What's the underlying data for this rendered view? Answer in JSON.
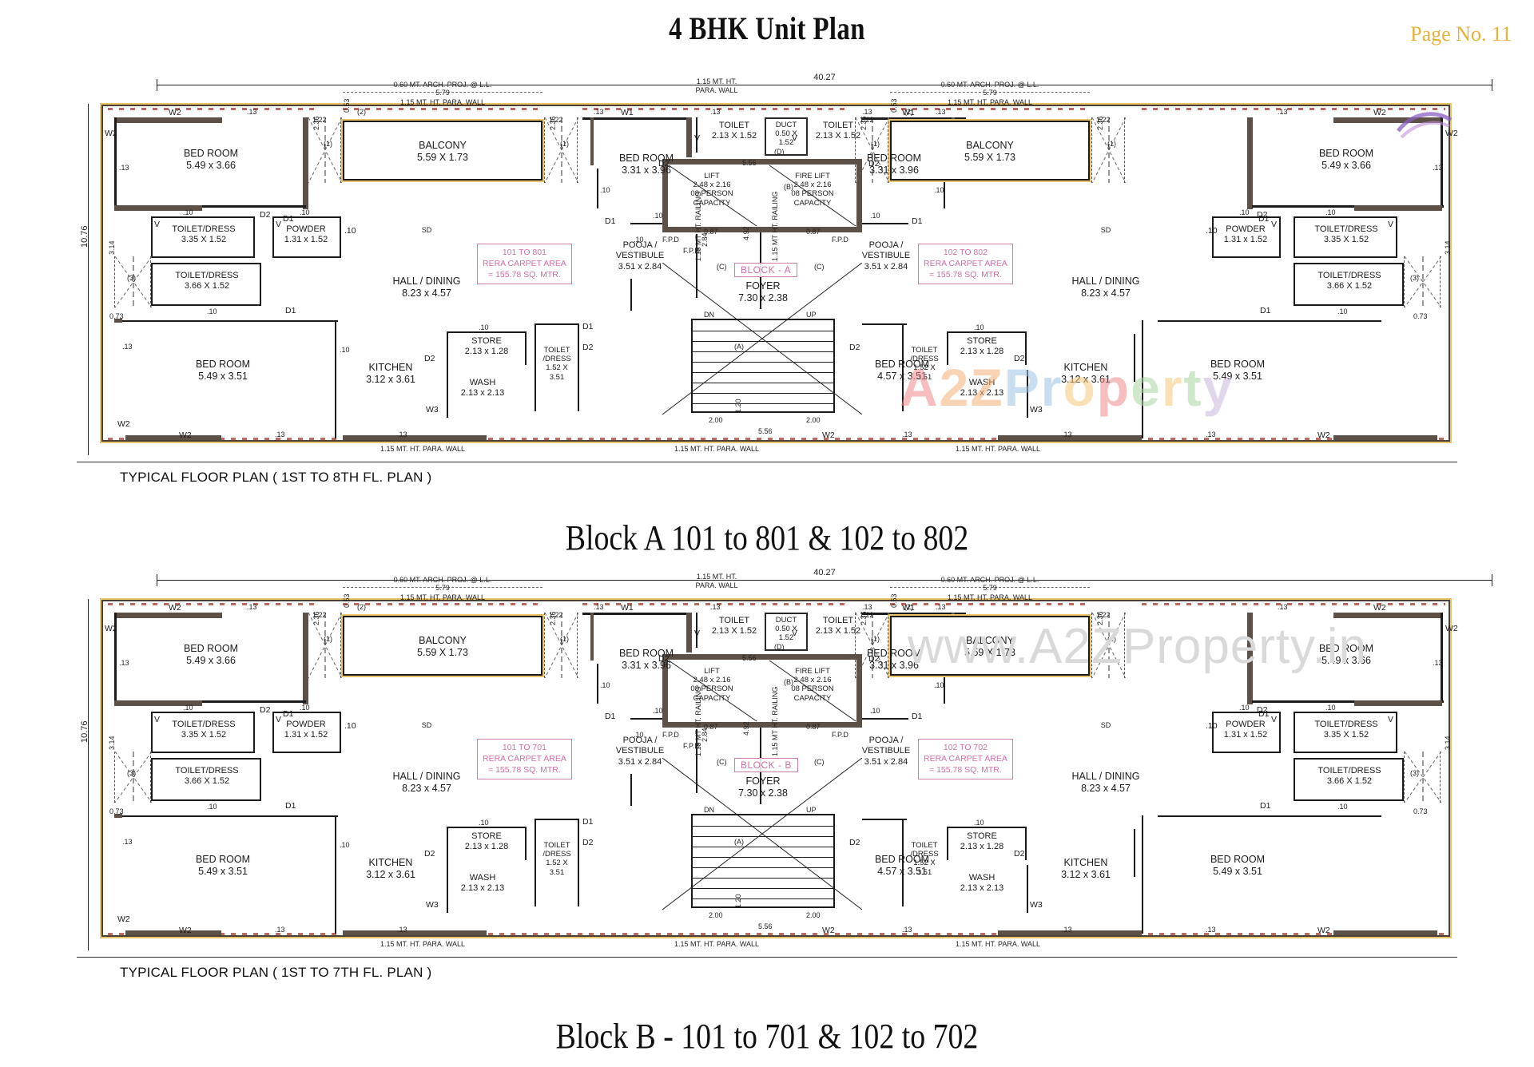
{
  "header": {
    "title": "4 BHK Unit Plan",
    "page_label": "Page No. 11",
    "page_color": "#e8b23a"
  },
  "watermarks": {
    "brand_parts": [
      {
        "text": "A",
        "color": "#f08a8a"
      },
      {
        "text": "2",
        "color": "#f3b27a"
      },
      {
        "text": "Z",
        "color": "#f3b27a"
      },
      {
        "text": " ",
        "color": "#ffffff"
      },
      {
        "text": "P",
        "color": "#9dc3e6"
      },
      {
        "text": "r",
        "color": "#9dc3e6"
      },
      {
        "text": "o",
        "color": "#f6c97a"
      },
      {
        "text": "p",
        "color": "#f08a8a"
      },
      {
        "text": "e",
        "color": "#a8d5a2"
      },
      {
        "text": "r",
        "color": "#f6c97a"
      },
      {
        "text": "t",
        "color": "#a8d5a2"
      },
      {
        "text": "y",
        "color": "#c9b6dd"
      }
    ],
    "url": "www.A2ZProperty.in",
    "url_color": "#d9d9d9"
  },
  "plans": [
    {
      "id": "plan-a",
      "caption": "TYPICAL FLOOR PLAN ( 1ST TO 8TH FL. PLAN )",
      "heading": "Block A 101 to 801 & 102 to 802",
      "block_tag": "BLOCK - A",
      "overall_width": "40.27",
      "overall_depth": "10.76",
      "rera_left": {
        "unit": "101 TO 801",
        "line2": "RERA CARPET AREA",
        "line3": "= 155.78 SQ. MTR."
      },
      "rera_right": {
        "unit": "102 TO 802",
        "line2": "RERA CARPET AREA",
        "line3": "= 155.78 SQ. MTR."
      },
      "watermark": "brand"
    },
    {
      "id": "plan-b",
      "caption": "TYPICAL FLOOR PLAN ( 1ST TO 7TH FL. PLAN )",
      "heading": "Block B - 101 to 701 & 102 to 702",
      "block_tag": "BLOCK - B",
      "overall_width": "40.27",
      "overall_depth": "10.76",
      "rera_left": {
        "unit": "101 TO 701",
        "line2": "RERA CARPET AREA",
        "line3": "= 155.78 SQ. MTR."
      },
      "rera_right": {
        "unit": "102 TO 702",
        "line2": "RERA CARPET AREA",
        "line3": "= 155.78 SQ. MTR."
      },
      "watermark": "url"
    }
  ],
  "rooms": {
    "bed_room_corner": {
      "name": "BED ROOM",
      "dim": "5.49 x 3.66"
    },
    "bed_room_lower_corner": {
      "name": "BED ROOM",
      "dim": "5.49 x 3.51"
    },
    "bed_room_mid_upper": {
      "name": "BED ROOM",
      "dim": "3.31 x 3.96"
    },
    "bed_room_mid_lower": {
      "name": "BED ROOM",
      "dim": "4.57 x 3.51"
    },
    "balcony": {
      "name": "BALCONY",
      "dim": "5.59 X 1.73"
    },
    "hall_dining": {
      "name": "HALL / DINING",
      "dim": "8.23 x 4.57"
    },
    "kitchen": {
      "name": "KITCHEN",
      "dim": "3.12 x 3.61"
    },
    "store": {
      "name": "STORE",
      "dim": "2.13 x 1.28"
    },
    "wash": {
      "name": "WASH",
      "dim": "2.13 x 2.13"
    },
    "toilet_dress_a": {
      "name": "TOILET/DRESS",
      "dim": "3.35 X 1.52"
    },
    "toilet_dress_b": {
      "name": "TOILET/DRESS",
      "dim": "3.66 X 1.52"
    },
    "powder": {
      "name": "POWDER",
      "dim": "1.31 x 1.52"
    },
    "toilet_dress_small": {
      "name": "TOILET",
      "name2": "/DRESS",
      "dim": "1.52 X",
      "dim2": "3.51"
    },
    "pooja_vestibule": {
      "name": "POOJA /",
      "name2": "VESTIBULE",
      "dim": "3.51 x 2.84"
    },
    "toilet_core": {
      "name": "TOILET",
      "dim": "2.13 X 1.52"
    },
    "lift": {
      "name": "LIFT",
      "dim": "2.48 x 2.16",
      "cap1": "08 PERSON",
      "cap2": "CAPACITY"
    },
    "fire_lift": {
      "name": "FIRE LIFT",
      "dim": "2.48 x 2.16",
      "cap1": "08 PERSON",
      "cap2": "CAPACITY"
    },
    "duct": {
      "name": "DUCT",
      "dim": "0.50 X",
      "dim2": "1.52"
    },
    "foyer": {
      "name": "FOYER",
      "dim": "7.30 x 2.38"
    }
  },
  "annotations": {
    "arch_proj": "0.60 MT. ARCH. PROJ. @ L.L.",
    "para_wall": "1.15 MT. HT. PARA. WALL",
    "para_wall_top1": "1.15 MT. HT.",
    "para_wall_top2": "PARA. WALL",
    "para_wall_bottom": "1.15 MT. HT. PARA. WALL",
    "bal_width": "5.79",
    "sd": "SD",
    "fpd": "F.P.D",
    "dn": "DN",
    "up": "UP",
    "railing": "1.15 MT HT. RAILING",
    "core_width": "5.56",
    "core_depth": "4.92",
    "stair_tread": "2.00",
    "stair_width": "1.20",
    "stair_total": "5.56",
    "vest_w": "0.87",
    "vest_h": "2.84",
    "bay_w": "1.22",
    "bay_h": "2.36",
    "bay_small": "0.53",
    "tick_13": ".13",
    "tick_10": ".10",
    "tick_314": "3.14",
    "tick_073": "0.73",
    "mark1": "(1)",
    "mark2": "(2)",
    "mark3": "(3)",
    "markA": "(A)",
    "markB": "(B)",
    "markC": "(C)",
    "markD": "(D)",
    "w1": "W1",
    "w2": "W2",
    "w3": "W3",
    "d1": "D1",
    "d2": "D2",
    "v": "V"
  }
}
